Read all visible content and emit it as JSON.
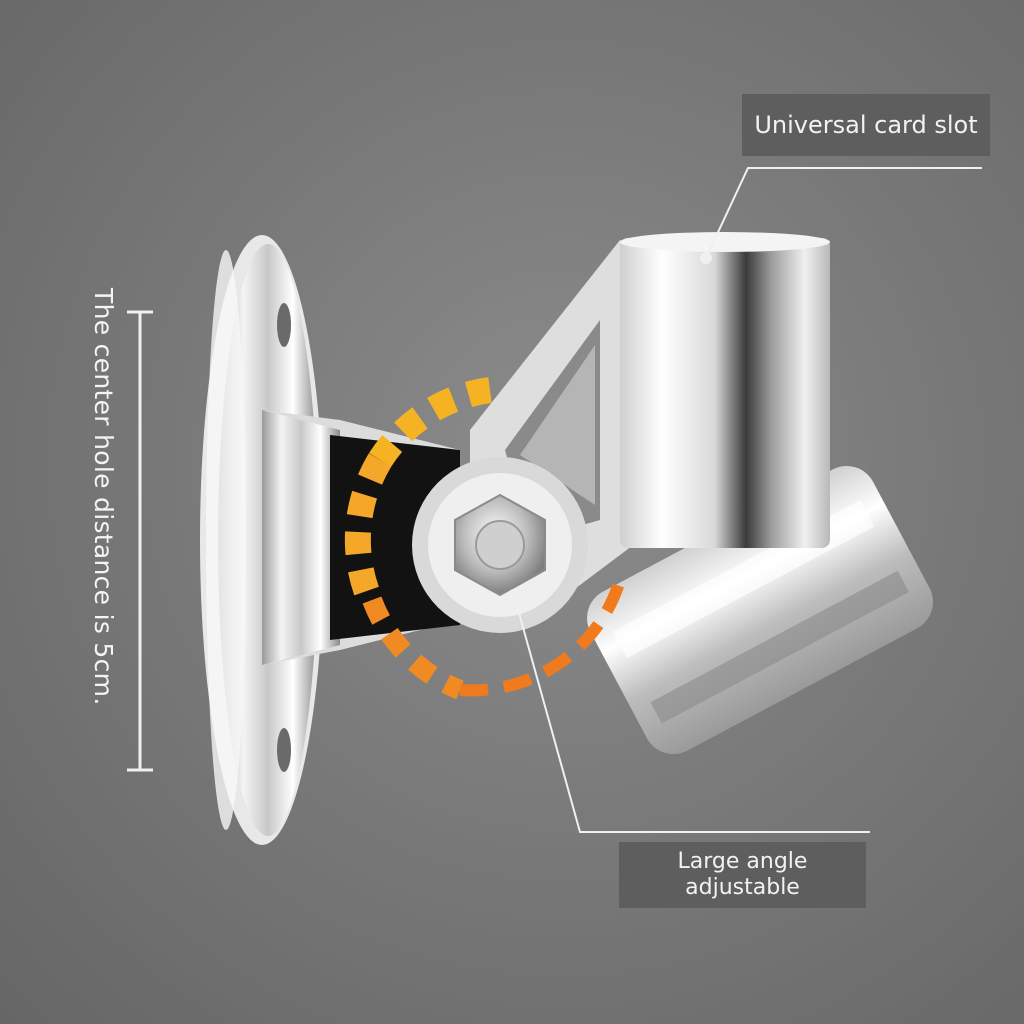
{
  "labels": {
    "card_slot": "Universal card slot",
    "angle_line1": "Large angle",
    "angle_line2": "adjustable",
    "center_hole": "The center hole distance is 5cm."
  },
  "colors": {
    "background": "#7a7a7a",
    "label_box": "#5e5e5e",
    "label_text": "#f2f2f2",
    "arc_orange": "#f07a1e",
    "arc_yellow": "#f5b324"
  }
}
